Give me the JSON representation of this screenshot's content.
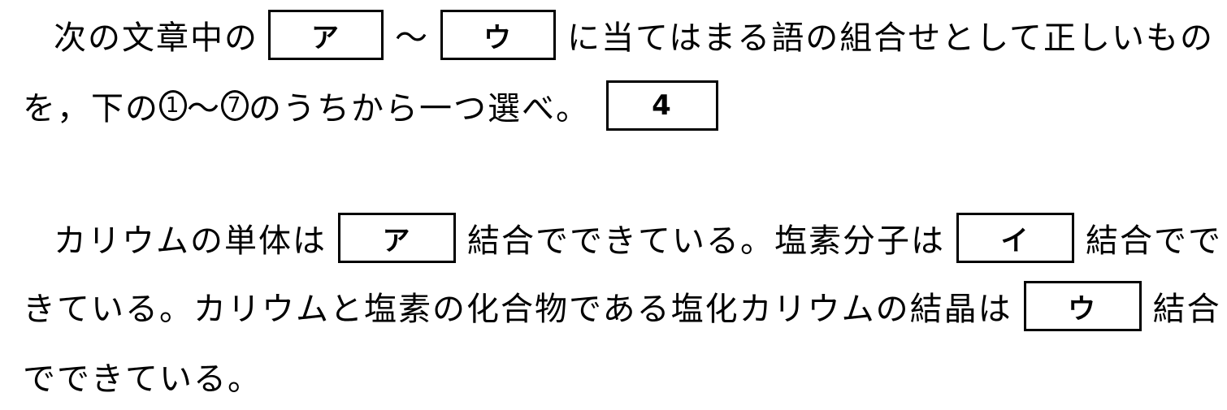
{
  "instruction": {
    "l1_a": "次の文章中の",
    "box_start": "ア",
    "tilde": "～",
    "box_end": "ウ",
    "l1_b": "に当てはまる語の組合せとして正しいもの",
    "l2_a": "を，下の",
    "choice_first": "1",
    "l2_tilde": "～",
    "choice_last": "7",
    "l2_b": "のうちから一つ選べ。",
    "answer_number": "4"
  },
  "passage": {
    "l3_a": "カリウムの単体は",
    "blank_a": "ア",
    "l3_b": "結合でできている。塩素分子は",
    "blank_i": "イ",
    "l3_c": "結合でで",
    "l4_a": "きている。カリウムと塩素の化合物である塩化カリウムの結晶は",
    "blank_u": "ウ",
    "l4_b": "結合",
    "l5": "でできている。"
  }
}
